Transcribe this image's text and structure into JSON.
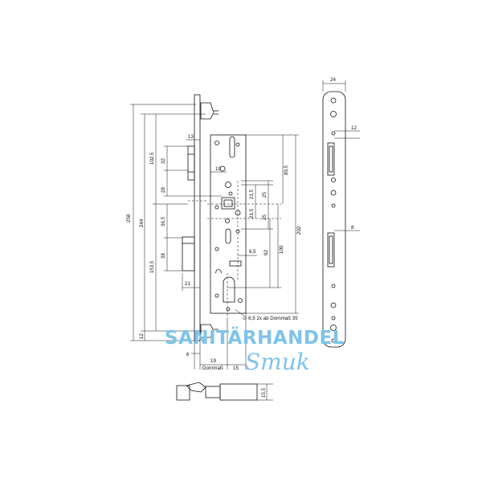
{
  "drawing": {
    "title": "",
    "dimensions": {
      "d258": "258",
      "d244": "244",
      "d102_5": "102,5",
      "d32": "32",
      "d28": "28",
      "d36_5": "36,5",
      "d38": "38",
      "d153_5": "153,5",
      "d12": "12",
      "d13": "13",
      "d19_top": "19",
      "d21_5a": "21,5",
      "d25a": "25",
      "d21_5b": "21,5",
      "d25b": "25",
      "d80_5": "80,5",
      "d202": "202",
      "d92": "92",
      "d100": "100",
      "d6_5": "6,5",
      "d21": "21",
      "d6": "6",
      "d19_bottom": "19",
      "d15": "15",
      "dornmass": "Dornmaß",
      "screw_note": "∅ 6,5 2x ab Dornmaß 35",
      "d24": "24",
      "d12_side": "12",
      "d8": "8",
      "d15_5": "15,5"
    }
  },
  "watermark": {
    "line1": "SANITÄRHANDEL",
    "line2": "Smuk"
  },
  "colors": {
    "line": "#111111",
    "watermark": "#7ec3ea"
  }
}
